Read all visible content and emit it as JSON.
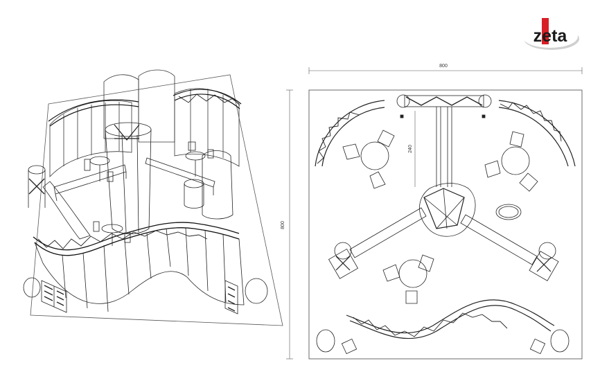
{
  "brand": {
    "logo_text": "zeta",
    "accent_color": "#d81f26",
    "shadow_color": "#cfcfcf"
  },
  "plan": {
    "width_label": "800",
    "depth_label": "800",
    "inner_label": "240"
  },
  "views": {
    "left": "isometric-booth-view",
    "right": "plan-view"
  },
  "icons": [
    "truss-icon",
    "table-icon",
    "chair-icon",
    "brochure-stand-icon",
    "counter-icon"
  ]
}
